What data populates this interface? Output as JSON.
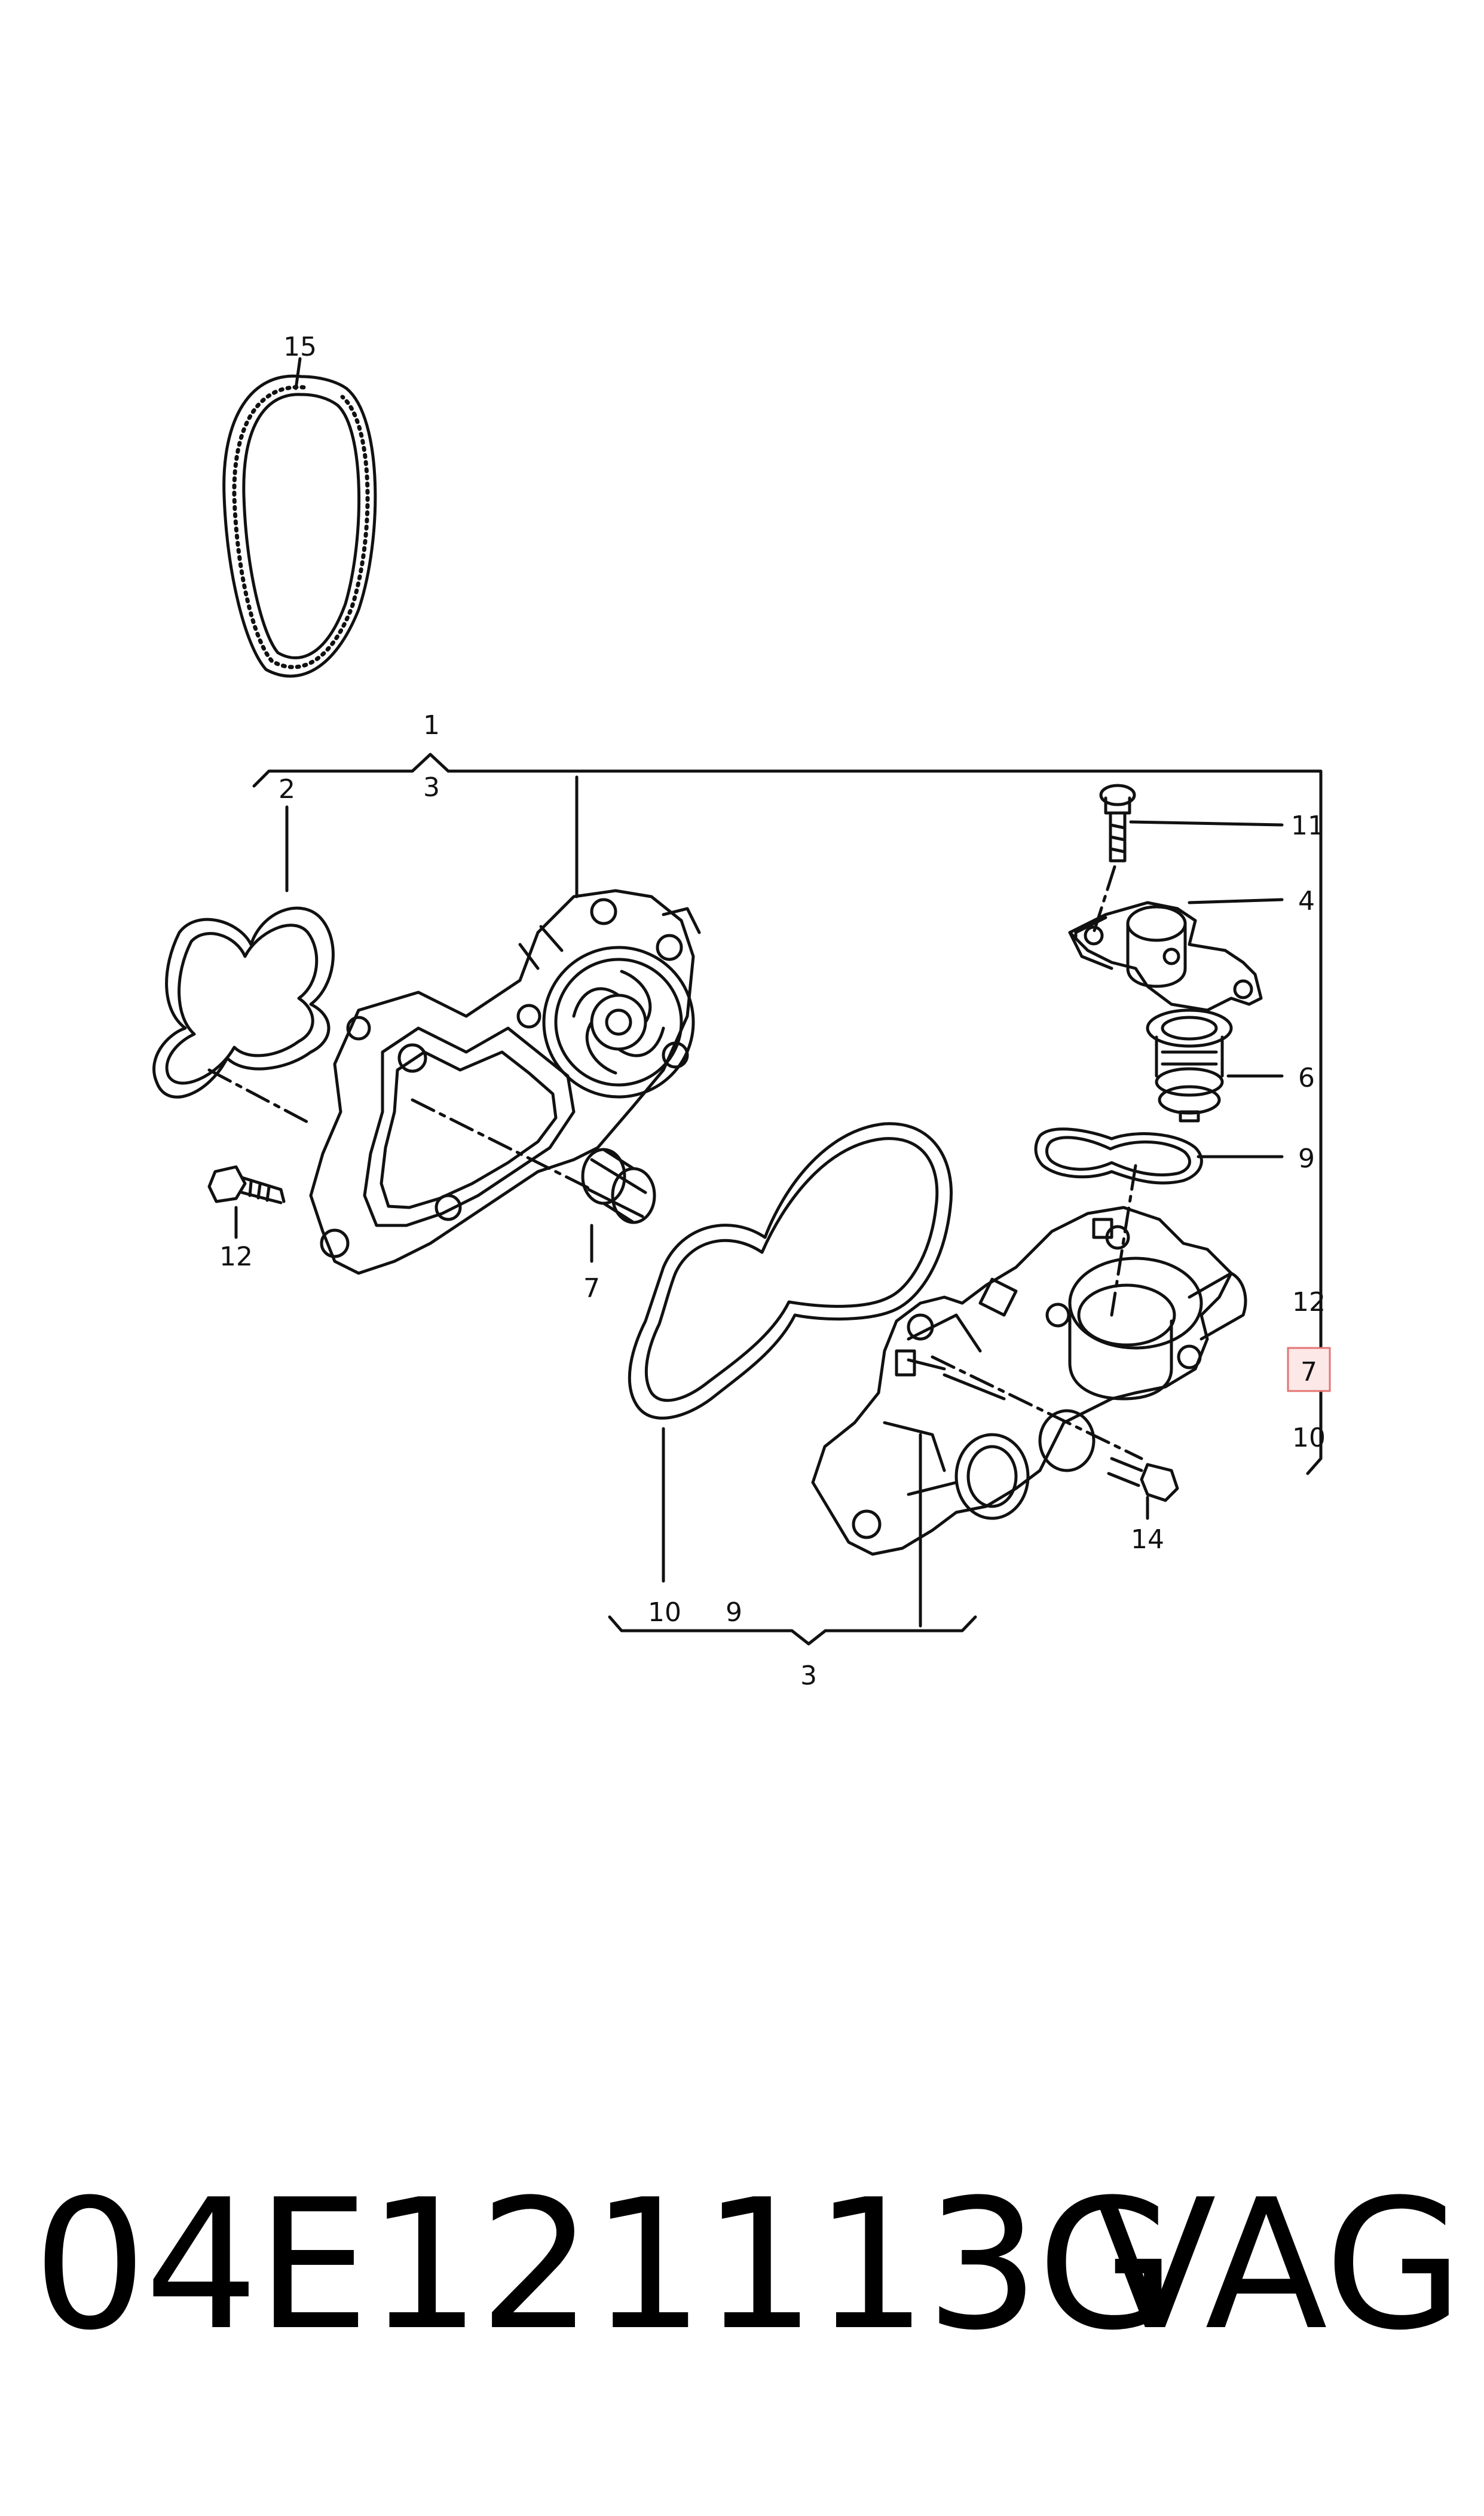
{
  "labels": {
    "belt": "15",
    "upper_bracket_top": "1",
    "upper_bracket_bottom": "3",
    "left_gasket": "2",
    "left_bolt": "12",
    "left_connector": "7",
    "right_bolt_top": "11",
    "thermostat_cover": "4",
    "thermostat": "6",
    "thermostat_seal": "9",
    "list_12": "12",
    "list_7_highlighted": "7",
    "list_10": "10",
    "right_bolt_bottom": "14",
    "lower_bracket_left": "10",
    "lower_bracket_mid": "9",
    "lower_bracket_bottom": "3"
  },
  "footer": {
    "part_number": "04E121113G",
    "brand": "VAG"
  },
  "colors": {
    "line": "#111111",
    "highlight_fill": "#fde8e8",
    "highlight_border": "#e57373"
  }
}
